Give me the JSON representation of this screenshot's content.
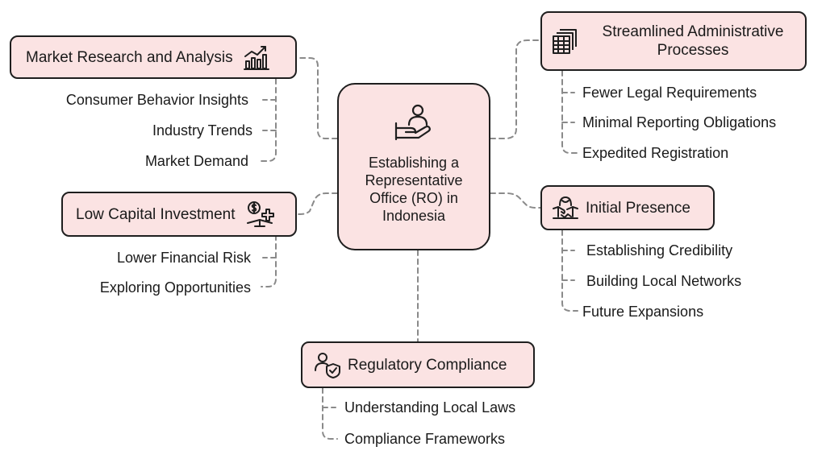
{
  "center": {
    "title": "Establishing a Representative Office (RO) in Indonesia",
    "icon": "person-hand-icon"
  },
  "branches": {
    "market_research": {
      "title": "Market Research and Analysis",
      "icon": "chart-growth-icon",
      "items": [
        "Consumer Behavior Insights",
        "Industry Trends",
        "Market Demand"
      ]
    },
    "low_capital": {
      "title": "Low Capital Investment",
      "icon": "money-balance-icon",
      "items": [
        "Lower Financial Risk",
        "Exploring Opportunities"
      ]
    },
    "streamlined": {
      "title": "Streamlined Administrative Processes",
      "icon": "documents-stack-icon",
      "items": [
        "Fewer Legal Requirements",
        "Minimal Reporting Obligations",
        "Expedited Registration"
      ]
    },
    "initial_presence": {
      "title": "Initial Presence",
      "icon": "handshake-icon",
      "items": [
        "Establishing Credibility",
        "Building Local Networks",
        "Future Expansions"
      ]
    },
    "regulatory": {
      "title": "Regulatory Compliance",
      "icon": "person-shield-icon",
      "items": [
        "Understanding Local Laws",
        "Compliance Frameworks"
      ]
    }
  },
  "colors": {
    "box_fill": "#fbe3e3",
    "box_border": "#1e1e1e",
    "connector": "#8a8a8a"
  }
}
